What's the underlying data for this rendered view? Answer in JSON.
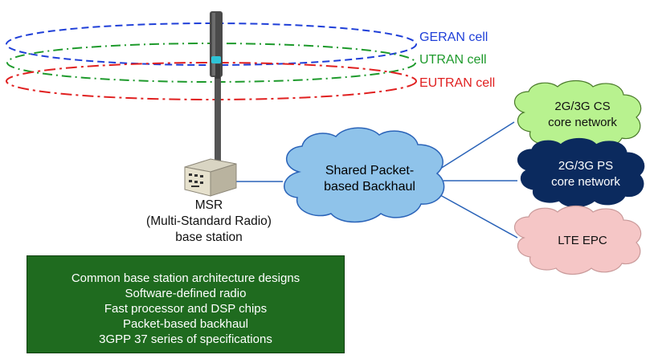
{
  "cells": [
    {
      "label": "GERAN cell",
      "color": "#1f3fd8"
    },
    {
      "label": "UTRAN cell",
      "color": "#1e9a2c"
    },
    {
      "label": "EUTRAN cell",
      "color": "#e02020"
    }
  ],
  "base_station": {
    "caption_lines": [
      "MSR",
      "(Multi-Standard Radio)",
      "base station"
    ]
  },
  "backhaul": {
    "lines": [
      "Shared Packet-",
      "based Backhaul"
    ],
    "fill": "#8fc3ea"
  },
  "core_networks": [
    {
      "lines": [
        "2G/3G CS",
        "core network"
      ],
      "fill": "#b8f28f",
      "text_color": "#111111"
    },
    {
      "lines": [
        "2G/3G PS",
        "core network"
      ],
      "fill": "#0b2a5e",
      "text_color": "#ffffff"
    },
    {
      "lines": [
        "LTE EPC"
      ],
      "fill": "#f5c6c6",
      "text_color": "#111111"
    }
  ],
  "features": {
    "items": [
      "Common base station architecture designs",
      "Software-defined radio",
      "Fast processor and DSP chips",
      "Packet-based backhaul",
      "3GPP 37 series of specifications"
    ],
    "fill": "#1f6b1f"
  },
  "link_color": "#2a63b8"
}
